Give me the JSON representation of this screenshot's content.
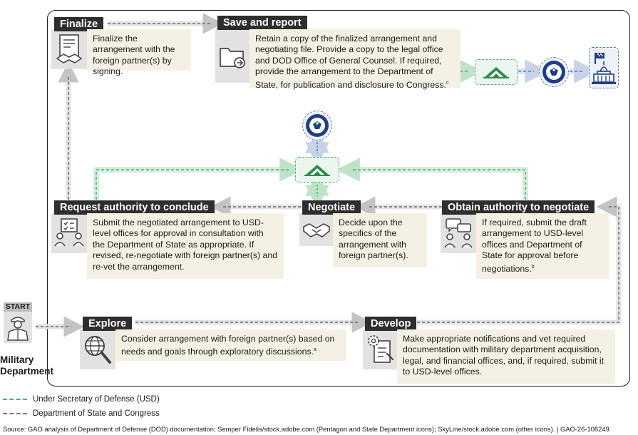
{
  "steps": {
    "finalize": {
      "label": "Finalize",
      "text": "Finalize the arrangement with the foreign partner(s) by signing."
    },
    "save_report": {
      "label": "Save and report",
      "text": "Retain a copy of the finalized arrangement and negotiating file. Provide a copy to the legal office and DOD Office of General Counsel. If required, provide the arrangement to the Department of State, for publication and disclosure to Congress.",
      "note": "c"
    },
    "request_authority": {
      "label": "Request authority to conclude",
      "text": "Submit the negotiated arrangement to USD-level offices for approval in consultation with the Department of State as appropriate. If revised, re-negotiate with foreign partner(s) and re-vet the arrangement."
    },
    "negotiate": {
      "label": "Negotiate",
      "text": "Decide upon the specifics of the arrangement with foreign partner(s)."
    },
    "obtain_authority": {
      "label": "Obtain authority to negotiate",
      "text": "If required, submit the draft arrangement to USD-level offices and Department of State for approval before negotiations.",
      "note": "b"
    },
    "explore": {
      "label": "Explore",
      "text": "Consider arrangement with foreign partner(s) based on needs and goals through exploratory discussions.",
      "note": "a"
    },
    "develop": {
      "label": "Develop",
      "text": "Make appropriate notifications and vet required documentation with military department acquisition, legal, and financial offices, and, if required, submit it to USD-level offices."
    }
  },
  "start": {
    "label": "START",
    "actor_line1": "Military",
    "actor_line2": "Department"
  },
  "legend": [
    {
      "label": "Under Secretary of Defense (USD)",
      "color": "#4caf6e"
    },
    {
      "label": "Department of State and Congress",
      "color": "#5b7bb8"
    }
  ],
  "source": "Source: GAO analysis of Department of Defense (DOD) documentation; Semper Fidelis/stock.adobe.com (Pentagon and State Department icons); SkyLine/stock.adobe.com (other icons).  |  GAO-26-108249",
  "colors": {
    "usd_green": "#4caf6e",
    "state_blue": "#5b7bb8",
    "flow_gray": "#c4c4c4",
    "label_bg": "#2e2e2e",
    "desc_bg": "#f4f1e4"
  },
  "icons": [
    "handshake-document-icon",
    "folder-arrow-icon",
    "pentagon-icon",
    "state-seal-icon",
    "capitol-icon",
    "checklist-people-icon",
    "handshake-icon",
    "discussion-icon",
    "magnifier-globe-icon",
    "gear-document-icon",
    "soldier-icon"
  ]
}
